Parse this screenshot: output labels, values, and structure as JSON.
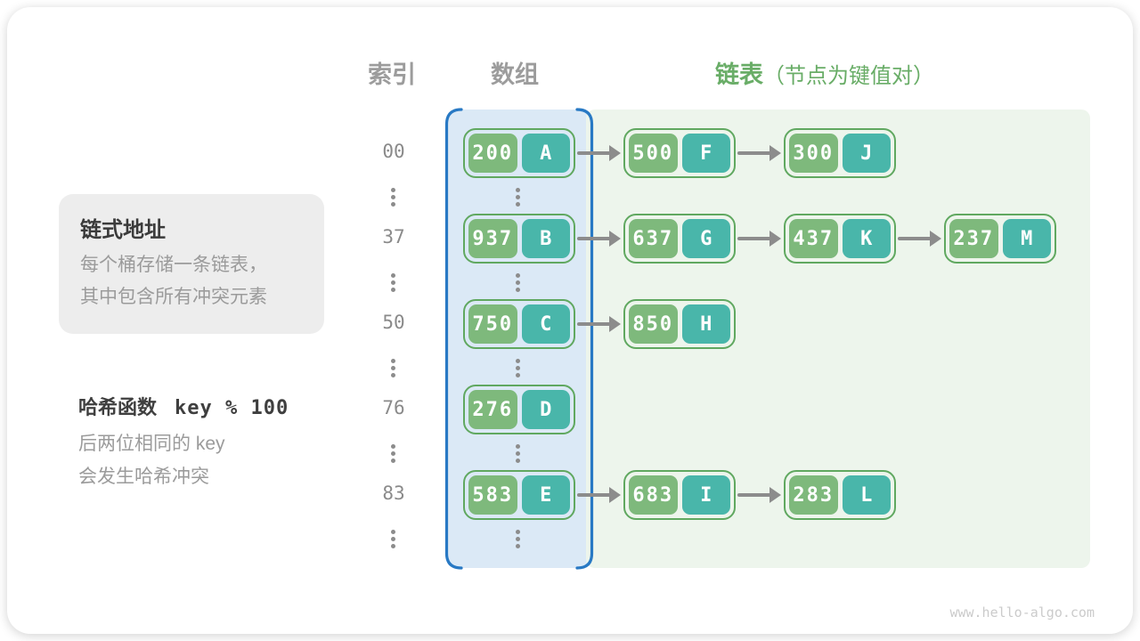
{
  "headers": {
    "index": "索引",
    "array": "数组",
    "list": "链表",
    "list_note": "（节点为键值对）"
  },
  "info_box": {
    "title": "链式地址",
    "lines": [
      "每个桶存储一条链表，",
      "其中包含所有冲突元素"
    ]
  },
  "hash_note": {
    "label": "哈希函数",
    "formula": "key % 100",
    "lines": [
      "后两位相同的 key",
      "会发生哈希冲突"
    ]
  },
  "buckets": [
    {
      "index": "00",
      "chain": [
        {
          "key": "200",
          "value": "A"
        },
        {
          "key": "500",
          "value": "F"
        },
        {
          "key": "300",
          "value": "J"
        }
      ]
    },
    {
      "index": "37",
      "chain": [
        {
          "key": "937",
          "value": "B"
        },
        {
          "key": "637",
          "value": "G"
        },
        {
          "key": "437",
          "value": "K"
        },
        {
          "key": "237",
          "value": "M"
        }
      ]
    },
    {
      "index": "50",
      "chain": [
        {
          "key": "750",
          "value": "C"
        },
        {
          "key": "850",
          "value": "H"
        }
      ]
    },
    {
      "index": "76",
      "chain": [
        {
          "key": "276",
          "value": "D"
        }
      ]
    },
    {
      "index": "83",
      "chain": [
        {
          "key": "583",
          "value": "E"
        },
        {
          "key": "683",
          "value": "I"
        },
        {
          "key": "283",
          "value": "L"
        }
      ]
    }
  ],
  "watermark": "www.hello-algo.com",
  "colors": {
    "key_pill": "#7eb97c",
    "value_pill": "#49b6aa",
    "node_border": "#60a860",
    "array_fill": "#dbe9f6",
    "array_border": "#2879c4",
    "list_fill": "#edf5ec",
    "header_gray": "#9c9c9c",
    "header_green": "#69ad67",
    "arrow": "#8c8c8c"
  }
}
